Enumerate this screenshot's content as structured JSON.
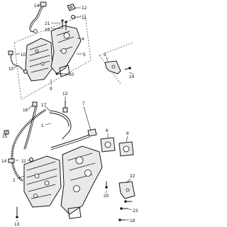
{
  "diagram": {
    "callouts": {
      "n1": "14",
      "n2": "12",
      "n3": "11",
      "n4": "21",
      "n5": "19",
      "n6": "4",
      "n7": "5",
      "n8": "10",
      "n9": "10",
      "n10": "9",
      "n11": "20",
      "n12": "19",
      "n13": "16",
      "n14": "3",
      "n15": "17",
      "n16": "13",
      "n17": "7",
      "n18": "1",
      "n19": "15",
      "n20": "14",
      "n21": "11",
      "n22": "6",
      "n23": "8",
      "n24": "2",
      "n25": "22",
      "n26": "20",
      "n27": "23",
      "n28": "18",
      "n29": "13"
    }
  }
}
